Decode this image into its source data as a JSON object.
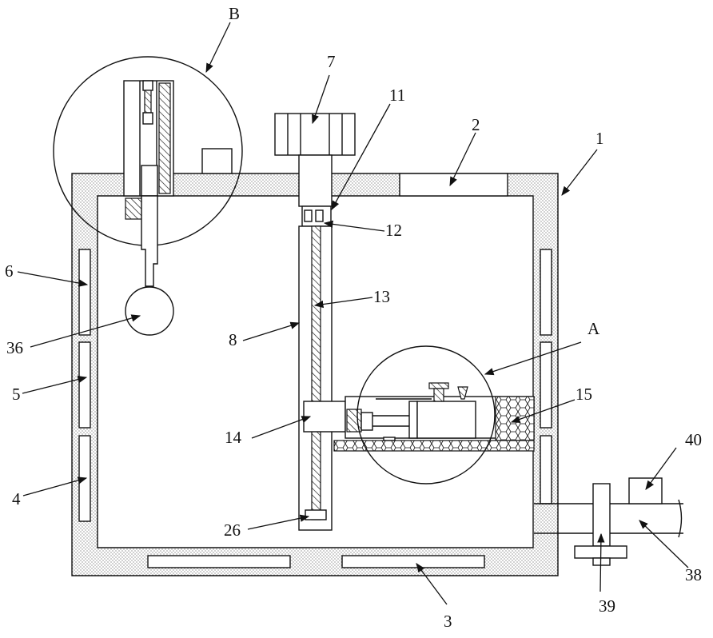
{
  "labels": {
    "l1": "1",
    "l2": "2",
    "l3": "3",
    "l4": "4",
    "l5": "5",
    "l6": "6",
    "l7": "7",
    "l8": "8",
    "l11": "11",
    "l12": "12",
    "l13": "13",
    "l14": "14",
    "l15": "15",
    "l26": "26",
    "l36": "36",
    "l38": "38",
    "l39": "39",
    "l40": "40",
    "lA": "A",
    "lB": "B"
  }
}
